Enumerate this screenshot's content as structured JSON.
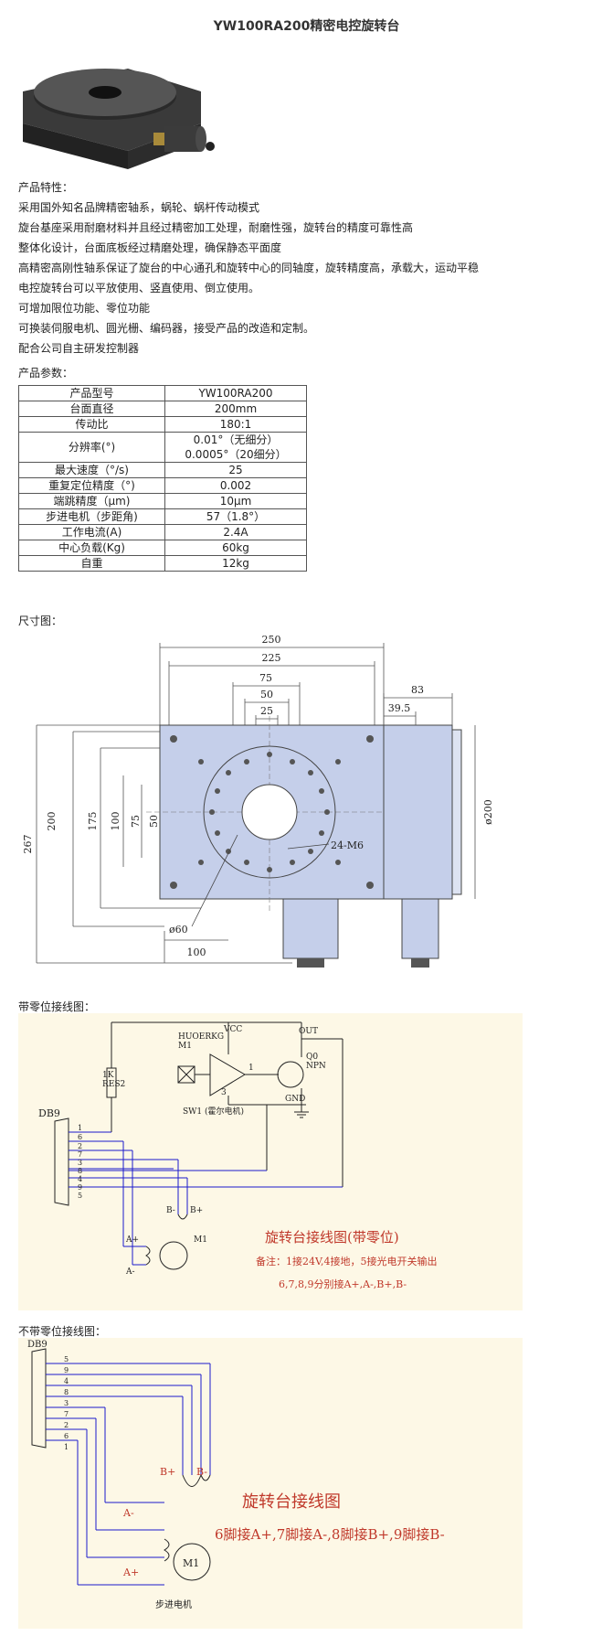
{
  "title": "YW100RA200精密电控旋转台",
  "features_label": "产品特性：",
  "features": [
    "采用国外知名品牌精密轴系，蜗轮、蜗杆传动模式",
    "旋台基座采用耐磨材料并且经过精密加工处理，耐磨性强，旋转台的精度可靠性高",
    "整体化设计，台面底板经过精磨处理，确保静态平面度",
    "高精密高刚性轴系保证了旋台的中心通孔和旋转中心的同轴度，旋转精度高，承载大，运动平稳",
    "电控旋转台可以平放使用、竖直使用、倒立使用。",
    "可增加限位功能、零位功能",
    "可换装伺服电机、圆光栅、编码器，接受产品的改造和定制。",
    "配合公司自主研发控制器"
  ],
  "params_label": "产品参数：",
  "params": [
    {
      "name": "产品型号",
      "value": [
        "YW100RA200"
      ]
    },
    {
      "name": "台面直径",
      "value": [
        "200mm"
      ]
    },
    {
      "name": "传动比",
      "value": [
        "180:1"
      ]
    },
    {
      "name": "分辨率(°)",
      "value": [
        "0.01°（无细分）",
        "0.0005°（20细分）"
      ]
    },
    {
      "name": "最大速度（°/s)",
      "value": [
        "25"
      ]
    },
    {
      "name": "重复定位精度（°)",
      "value": [
        "0.002"
      ]
    },
    {
      "name": "端跳精度（μm)",
      "value": [
        "10μm"
      ]
    },
    {
      "name": "步进电机（步距角)",
      "value": [
        "57（1.8°）"
      ]
    },
    {
      "name": "工作电流(A)",
      "value": [
        "2.4A"
      ]
    },
    {
      "name": "中心负载(Kg)",
      "value": [
        "60kg"
      ]
    },
    {
      "name": "自重",
      "value": [
        "12kg"
      ]
    }
  ],
  "dimension_label": "尺寸图：",
  "dimension": {
    "w250": "250",
    "w225": "225",
    "w75": "75",
    "w50": "50",
    "w25": "25",
    "h200": "200",
    "h175": "175",
    "h100": "100",
    "h75": "75",
    "h50": "50",
    "h267": "267",
    "holes": "24-M6",
    "phi60": "ø60",
    "w100": "100",
    "side83": "83",
    "side39": "39.5",
    "phi200": "ø200"
  },
  "wiring1_label": "带零位接线图：",
  "wiring1": {
    "sensor": "HUOERKG",
    "m1": "M1",
    "vcc": "VCC",
    "out": "OUT",
    "q0": "Q0",
    "npn": "NPN",
    "gnd": "GND",
    "r1": "1K",
    "r2": "RES2",
    "db9": "DB9",
    "sw": "SW1 (霍尔电机)",
    "pin_1": "1",
    "pin_3": "3",
    "pins": [
      "1",
      "6",
      "2",
      "7",
      "3",
      "8",
      "4",
      "9",
      "5"
    ],
    "bminus": "B-",
    "bplus": "B+",
    "aplus": "A+",
    "aminus": "A-",
    "motor": "M1",
    "title": "旋转台接线图(带零位)",
    "note1": "备注：1接24V,4接地，5接光电开关输出",
    "note2": "6,7,8,9分别接A+,A-,B+,B-"
  },
  "wiring2_label": "不带零位接线图：",
  "wiring2": {
    "db9": "DB9",
    "pins": [
      "5",
      "9",
      "4",
      "8",
      "3",
      "7",
      "2",
      "6",
      "1"
    ],
    "bplus": "B+",
    "bminus": "B-",
    "aminus": "A-",
    "aplus": "A+",
    "motor": "M1",
    "motor_label": "步进电机",
    "title": "旋转台接线图",
    "note": "6脚接A+,7脚接A-,8脚接B+,9脚接B-"
  },
  "colors": {
    "panel": "#fdf8e6",
    "wire": "#1a1acc",
    "title_red": "#c0392b",
    "body_blue": "#c5cfea"
  }
}
